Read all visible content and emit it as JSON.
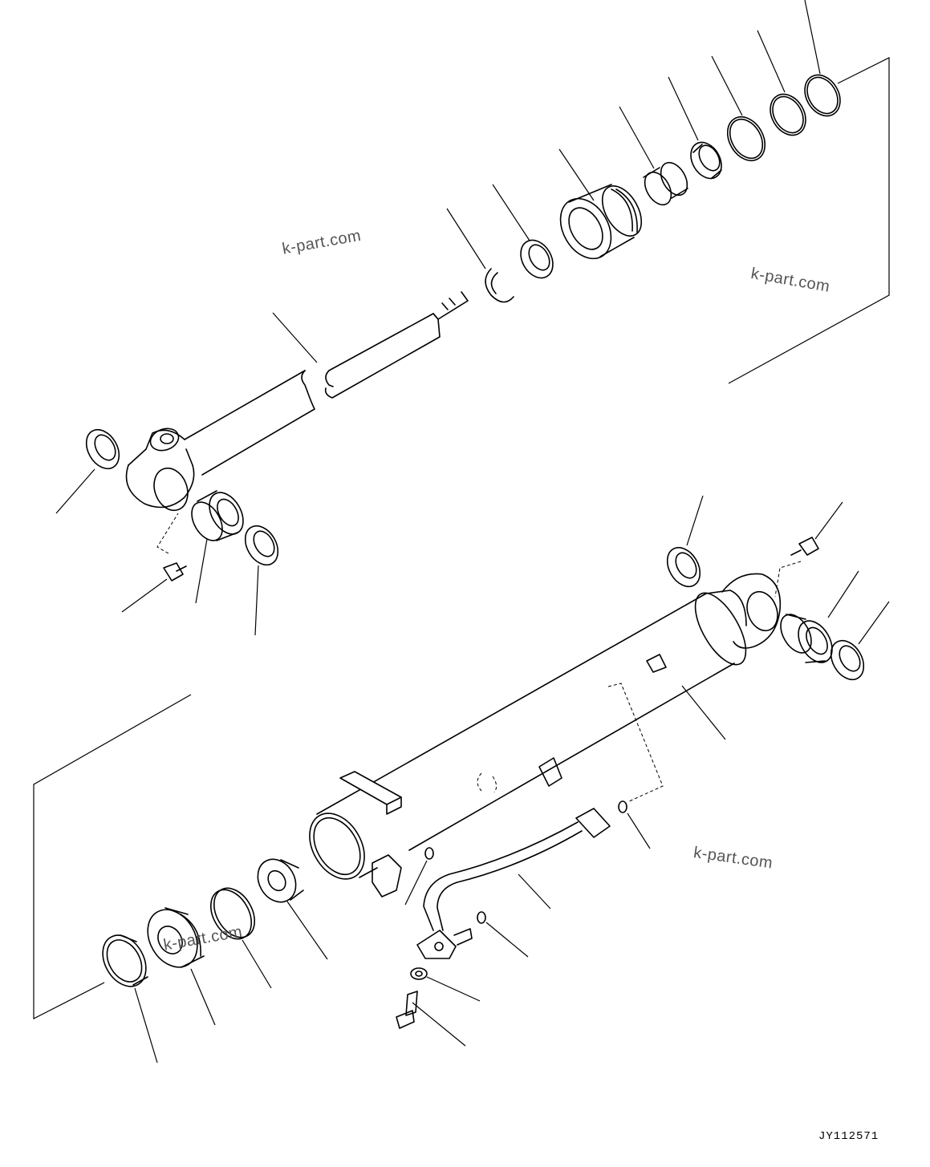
{
  "drawing": {
    "code": "JY112571",
    "watermarks": [
      "k-part.com",
      "k-part.com",
      "k-part.com",
      "k-part.com"
    ]
  }
}
